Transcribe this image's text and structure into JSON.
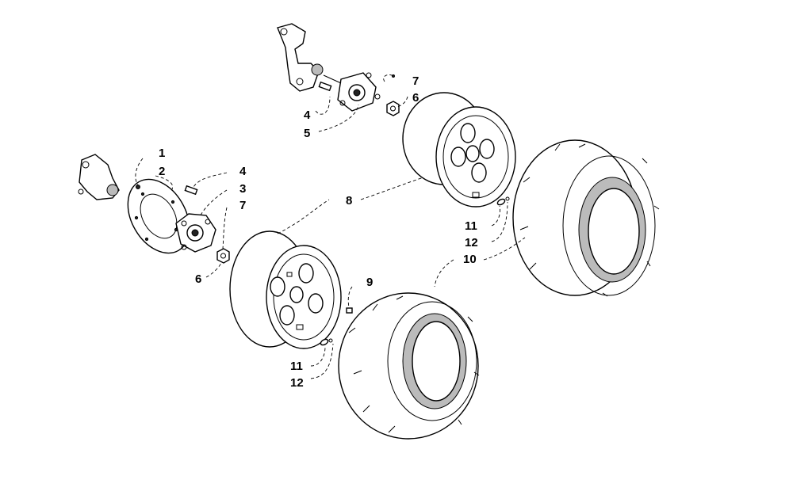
{
  "diagram": {
    "callouts": {
      "c1": "1",
      "c2": "2",
      "c3": "3",
      "c4_left": "4",
      "c4_top": "4",
      "c5": "5",
      "c6_left": "6",
      "c6_top": "6",
      "c7_left": "7",
      "c7_top": "7",
      "c8": "8",
      "c9": "9",
      "c10": "10",
      "c11_left": "11",
      "c11_right": "11",
      "c12_left": "12",
      "c12_right": "12"
    },
    "colors": {
      "line": "#000000",
      "background": "#ffffff"
    }
  }
}
